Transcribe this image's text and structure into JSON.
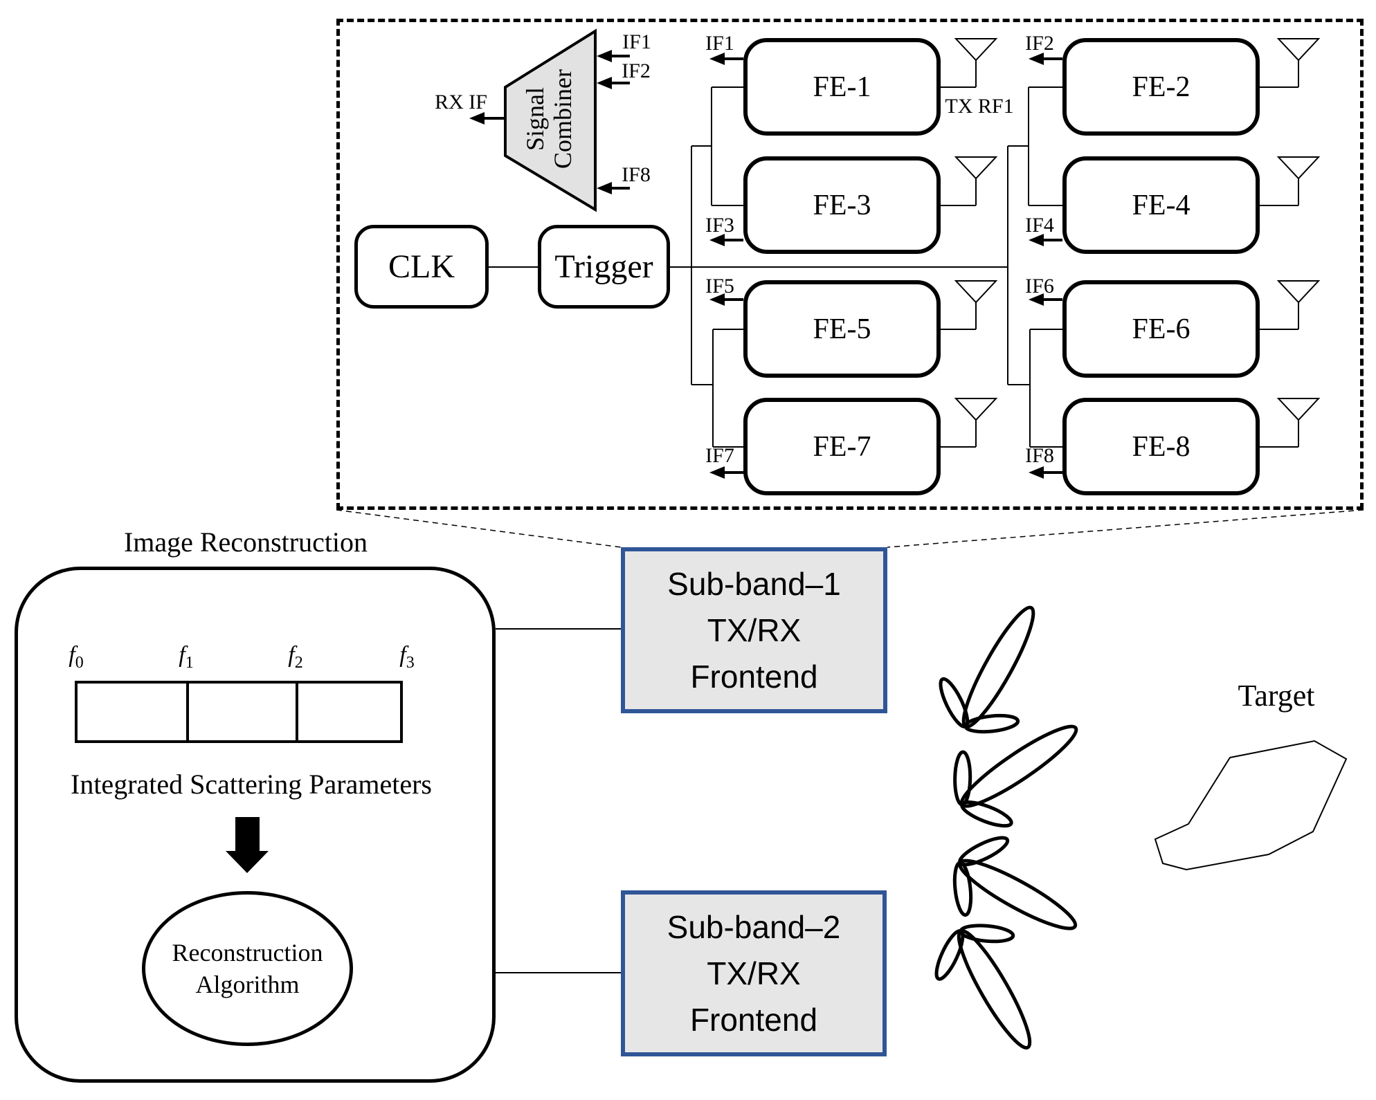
{
  "unit": {
    "clk": "CLK",
    "trigger": "Trigger",
    "combiner": {
      "line1": "Signal",
      "line2": "Combiner",
      "in1": "IF1",
      "in2": "IF2",
      "in3": "IF8",
      "out": "RX IF"
    },
    "tx_rf": "TX RF1",
    "fe": [
      {
        "label": "FE-1",
        "if": "IF1"
      },
      {
        "label": "FE-2",
        "if": "IF2"
      },
      {
        "label": "FE-3",
        "if": "IF3"
      },
      {
        "label": "FE-4",
        "if": "IF4"
      },
      {
        "label": "FE-5",
        "if": "IF5"
      },
      {
        "label": "FE-6",
        "if": "IF6"
      },
      {
        "label": "FE-7",
        "if": "IF7"
      },
      {
        "label": "FE-8",
        "if": "IF8"
      }
    ]
  },
  "subband1": {
    "line1": "Sub-band–1",
    "line2": "TX/RX",
    "line3": "Frontend"
  },
  "subband2": {
    "line1": "Sub-band–2",
    "line2": "TX/RX",
    "line3": "Frontend"
  },
  "recon": {
    "title": "Image Reconstruction",
    "freqs": [
      {
        "base": "f",
        "sub": "0"
      },
      {
        "base": "f",
        "sub": "1"
      },
      {
        "base": "f",
        "sub": "2"
      },
      {
        "base": "f",
        "sub": "3"
      }
    ],
    "caption": "Integrated Scattering Parameters",
    "algo1": "Reconstruction",
    "algo2": "Algorithm"
  },
  "target_label": "Target",
  "colors": {
    "line": "#000000",
    "subband_fill": "#e7e6e6",
    "subband_border": "#2f5597",
    "combiner_fill": "#e2e2e2"
  }
}
